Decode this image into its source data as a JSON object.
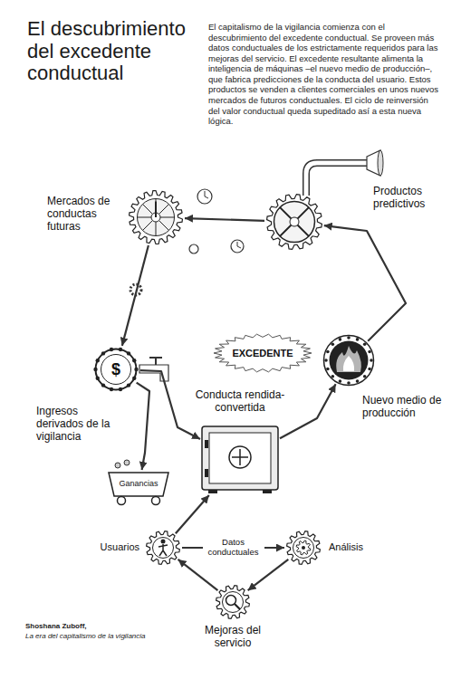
{
  "diagram": {
    "title": "El descubrimiento del excedente conductual",
    "caption": "Shoshana Zuboff,",
    "nodes": [
      {
        "text": [
          "Mercados de conductas futuras"
        ]
      },
      {
        "text": [
          "Productos predictivos"
        ]
      },
      {
        "text": [
          "EXCEDENTE"
        ]
      },
      {
        "text": [
          "Conducta rendida-convertida"
        ]
      },
      {
        "text": [
          "$",
          "Ingresos derivados de la vigilancia"
        ]
      },
      {
        "text": [
          "Nuevo medio de producción"
        ]
      },
      {
        "text": [
          "Ganancias"
        ]
      },
      {
        "text": [
          "Usuarios"
        ]
      },
      {
        "text": [
          "Análisis"
        ]
      },
      {
        "text": [
          "Mejoras del servicio"
        ]
      }
    ],
    "edges": [
      {
        "from": 3,
        "to": 5,
        "arrow": "to"
      },
      {
        "from": 5,
        "to": 1,
        "arrow": "to"
      },
      {
        "from": 1,
        "to": 0,
        "arrow": "to"
      },
      {
        "from": 0,
        "to": 4,
        "arrow": "to"
      },
      {
        "from": 4,
        "to": 3,
        "arrow": "to"
      },
      {
        "from": 4,
        "to": 6,
        "arrow": "to"
      },
      {
        "from": 7,
        "to": 8,
        "label": "Datos conductuales",
        "arrow": "to"
      },
      {
        "from": 8,
        "to": 9,
        "arrow": "to"
      },
      {
        "from": 9,
        "to": 7,
        "arrow": "to"
      },
      {
        "from": 7,
        "to": 3,
        "arrow": "to"
      }
    ],
    "labels": [
      "El capitalismo de la vigilancia comienza con el descubrimiento del excedente conductual. Se proveen más datos conductuales de los estrictamente requeridos para las mejoras del servicio. El excedente resultante alimenta la inteligencia de máquinas –el nuevo medio de producción–, que fabrica predicciones de la conducta del usuario. Estos productos se venden a clientes comerciales en unos nuevos mercados de futuros conductuales. El ciclo de reinversión del valor conductual queda supeditado así a esta nueva lógica.",
      "La era del capitalismo de la vigilancia"
    ]
  }
}
